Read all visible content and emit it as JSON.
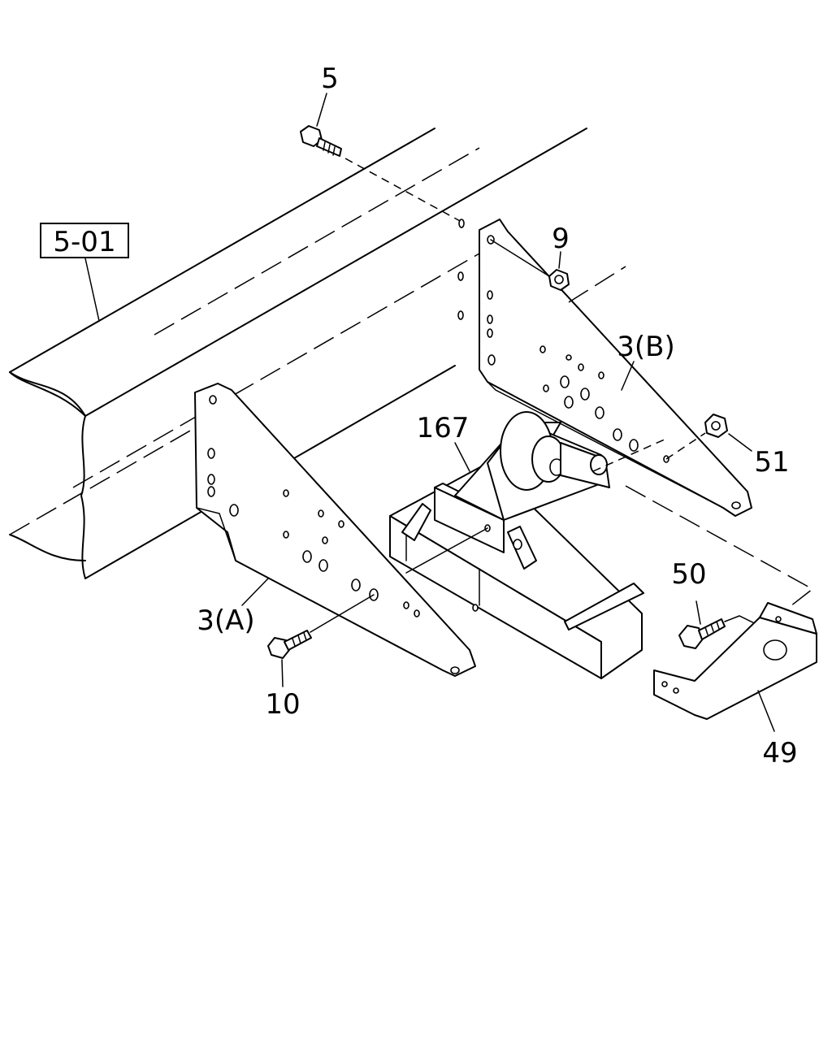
{
  "diagram": {
    "reference_label": "5-01",
    "callouts": {
      "bolt_top": "5",
      "nut_small": "9",
      "bracket_b": "3(B)",
      "nut_right": "51",
      "hanger": "167",
      "bolt_right": "50",
      "bracket_a": "3(A)",
      "bolt_bottom": "10",
      "cover": "49"
    }
  }
}
